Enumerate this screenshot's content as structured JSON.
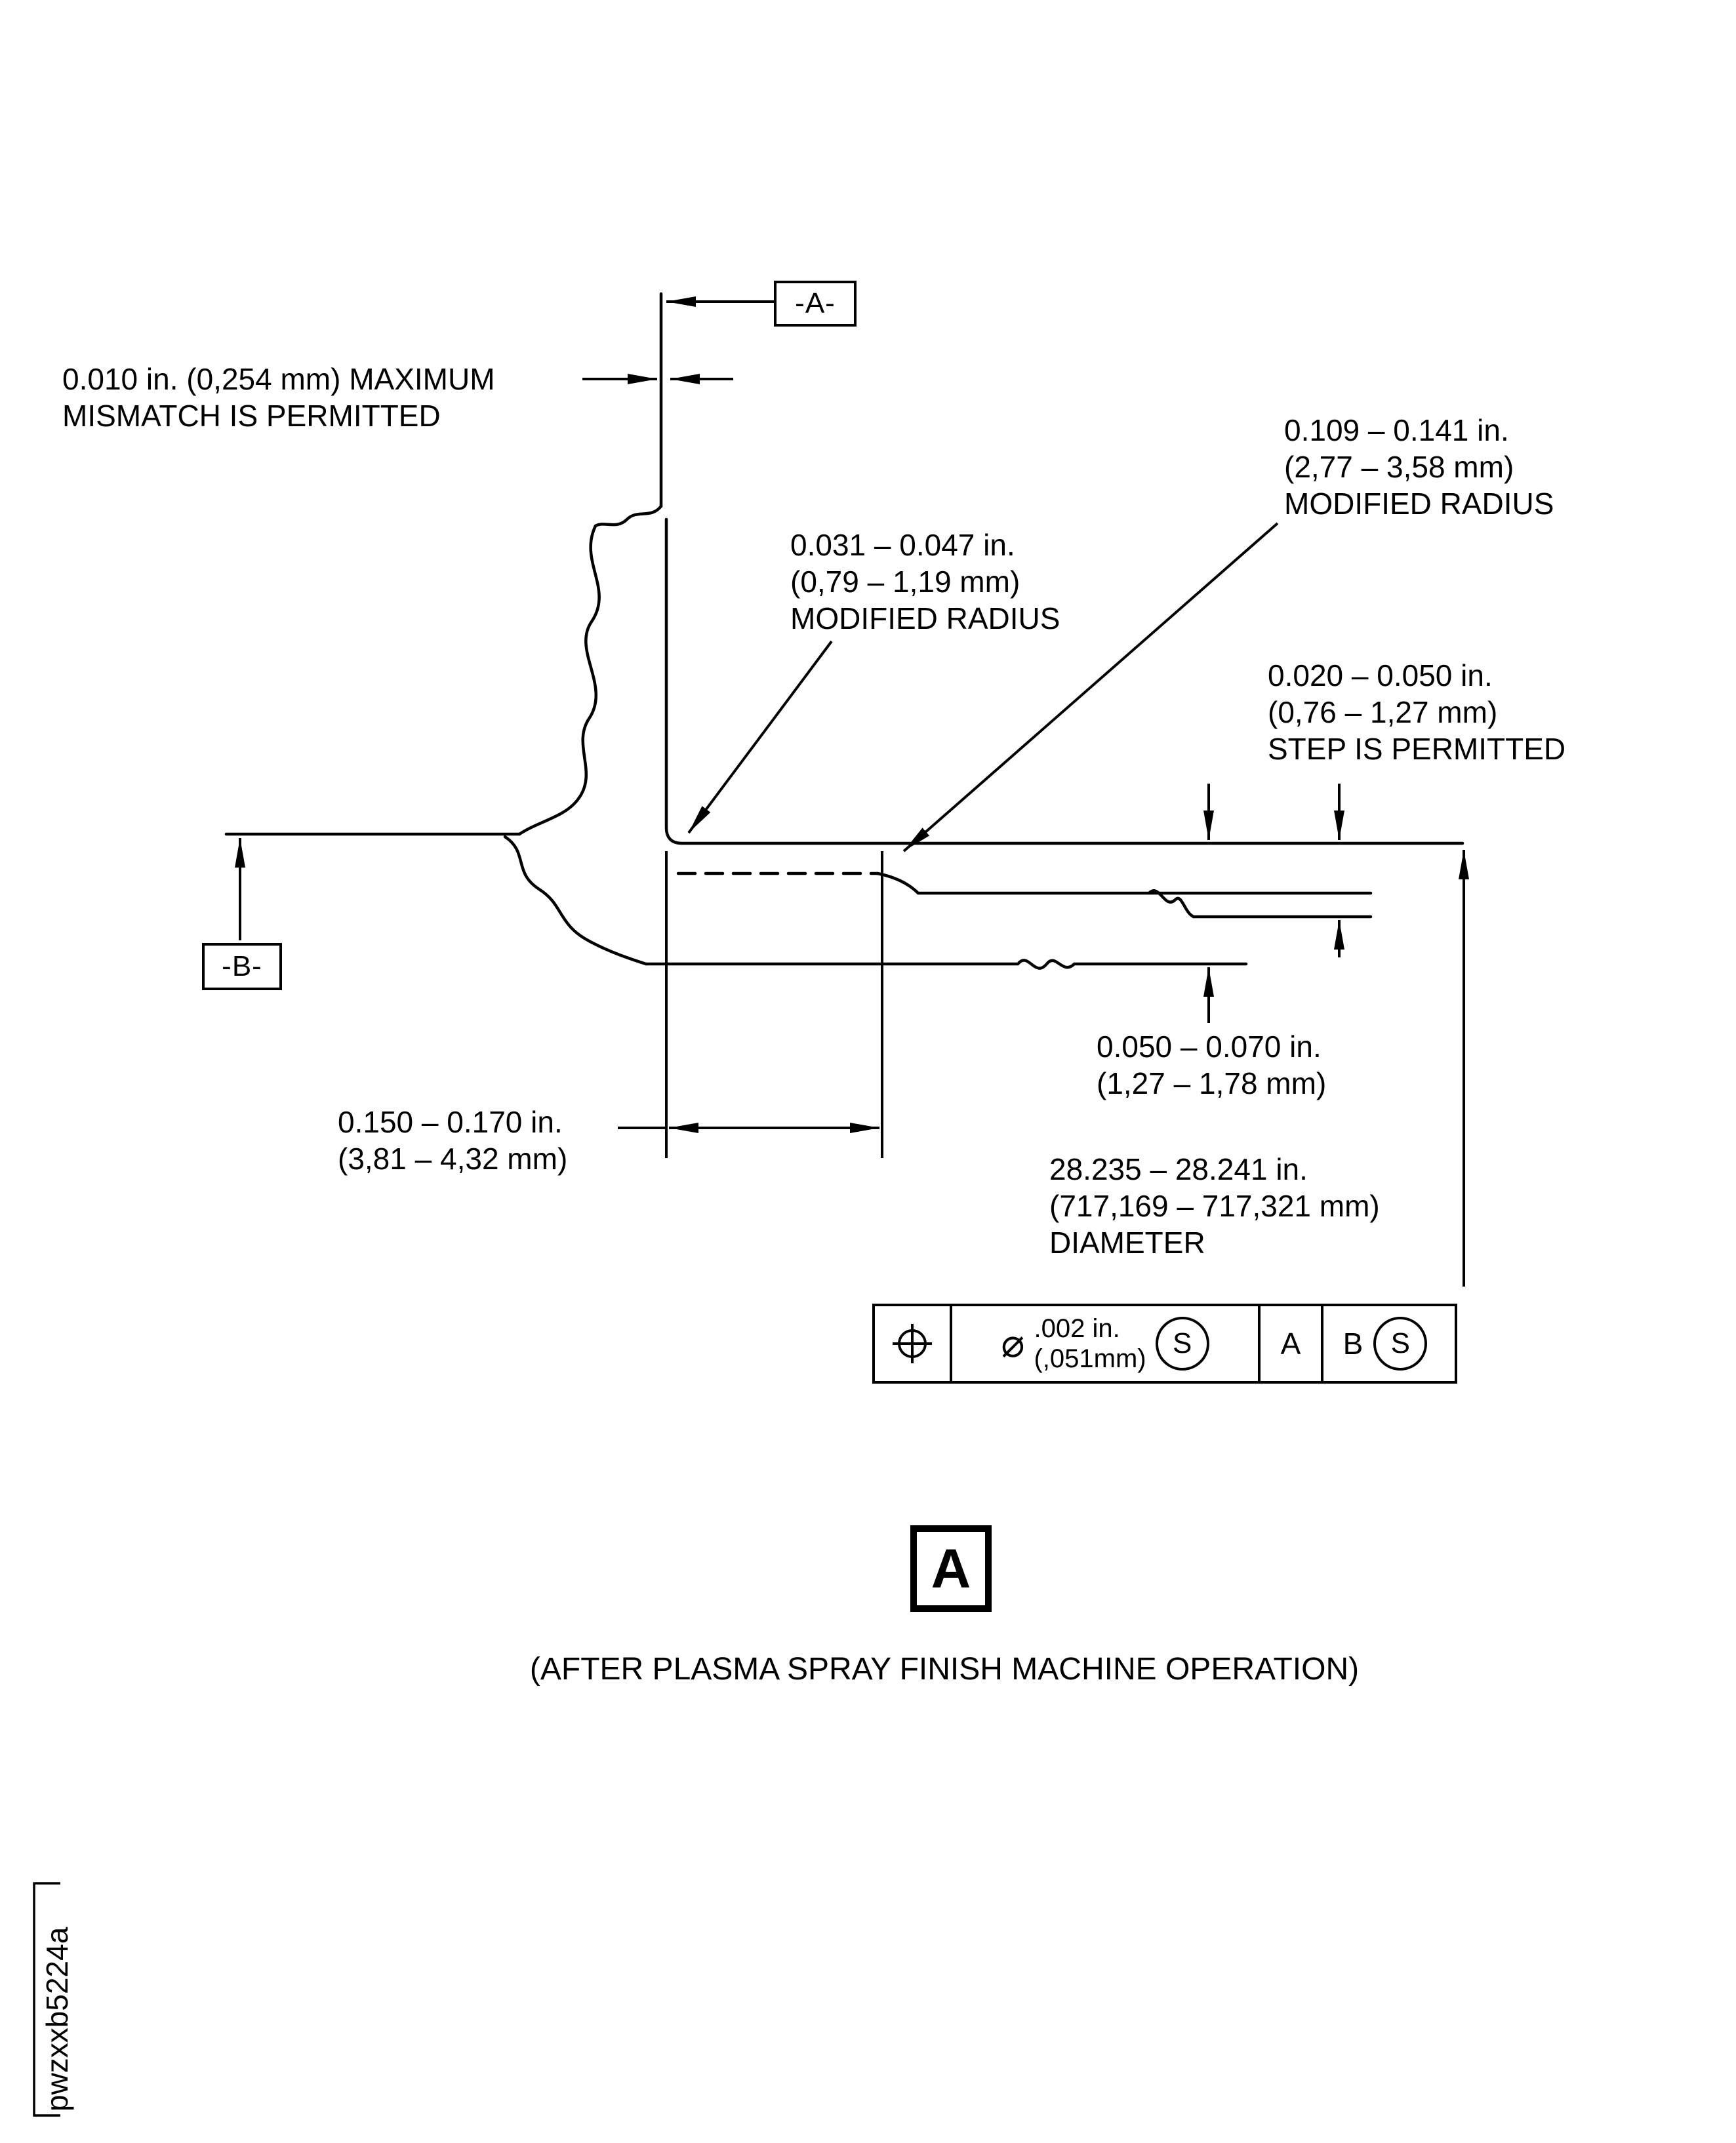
{
  "page": {
    "background": "#ffffff",
    "ink": "#000000"
  },
  "datum_flags": {
    "a": "-A-",
    "b": "-B-"
  },
  "annotations": {
    "mismatch": "0.010 in. (0,254 mm) MAXIMUM\nMISMATCH IS PERMITTED",
    "radius_right": "0.109 – 0.141 in.\n(2,77 – 3,58 mm)\nMODIFIED RADIUS",
    "radius_mid": "0.031 – 0.047 in.\n(0,79 – 1,19 mm)\nMODIFIED RADIUS",
    "step": "0.020 – 0.050 in.\n(0,76 – 1,27 mm)\nSTEP IS PERMITTED",
    "thickness": "0.050 – 0.070 in.\n(1,27 – 1,78 mm)",
    "width": "0.150 – 0.170 in.\n(3,81 – 4,32 mm)",
    "diameter": "28.235 – 28.241 in.\n(717,169 – 717,321 mm)\nDIAMETER"
  },
  "feature_control_frame": {
    "symbol": "position-symbol",
    "diameter_glyph": "⌀",
    "tolerance_line1": ".002 in.",
    "tolerance_line2": "(,051mm)",
    "modifier1": "S",
    "datum_primary": "A",
    "datum_secondary": "B",
    "modifier2": "S"
  },
  "detail": {
    "label": "A",
    "caption": "(AFTER PLASMA SPRAY FINISH MACHINE OPERATION)"
  },
  "footer": {
    "doc_id": "pwzxxb5224a"
  }
}
